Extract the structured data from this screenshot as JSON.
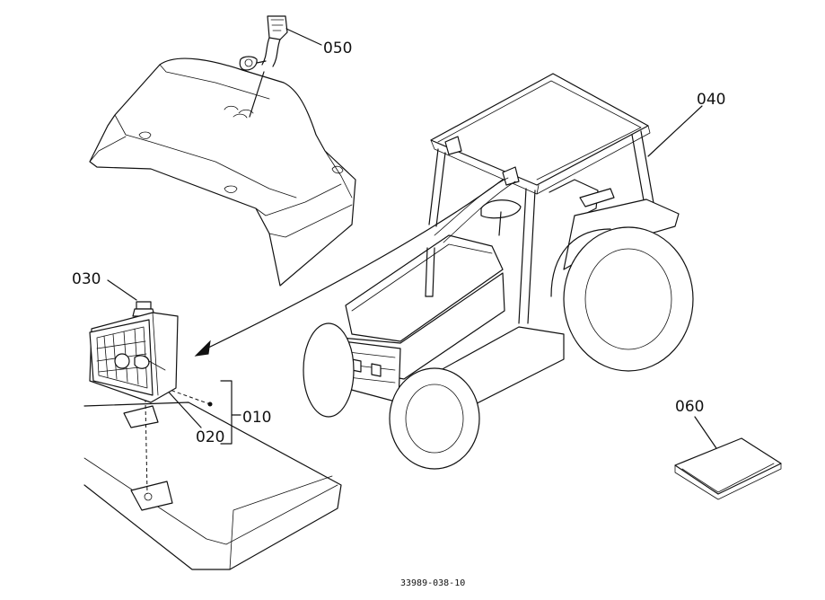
{
  "diagram": {
    "callouts": {
      "c050": "050",
      "c040": "040",
      "c030": "030",
      "c010": "010",
      "c020": "020",
      "c060": "060"
    },
    "figure_number": "33989-038-10"
  }
}
